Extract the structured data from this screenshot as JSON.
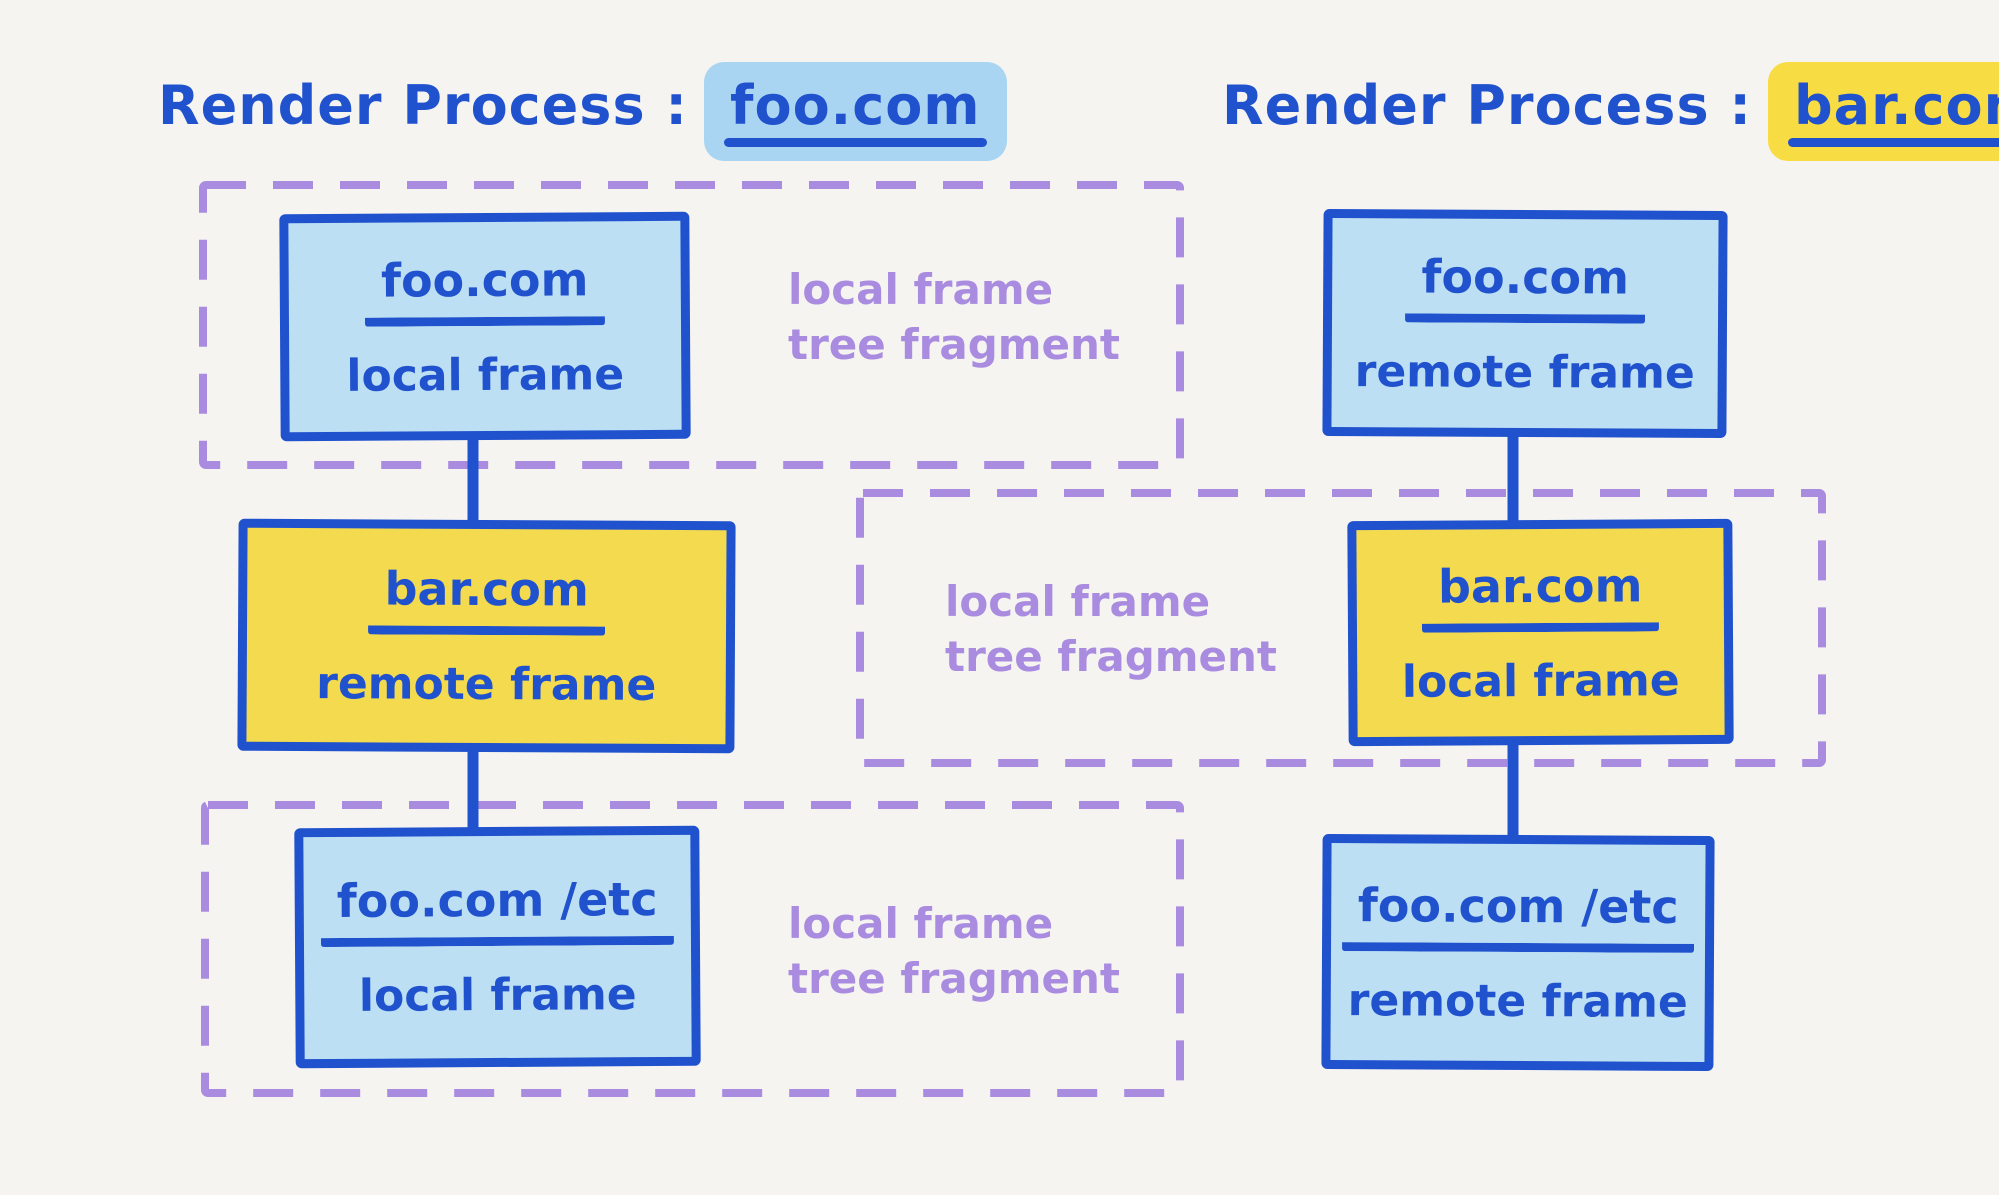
{
  "left_process": {
    "title_prefix": "Render Process :",
    "title_domain": "foo.com",
    "nodes": [
      {
        "domain": "foo.com",
        "frame_type": "local frame",
        "fill": "blue"
      },
      {
        "domain": "bar.com",
        "frame_type": "remote frame",
        "fill": "yellow"
      },
      {
        "domain": "foo.com /etc",
        "frame_type": "local frame",
        "fill": "blue"
      }
    ],
    "top_fragment_label": {
      "line1": "local frame",
      "line2": "tree fragment"
    },
    "bottom_fragment_label": {
      "line1": "local frame",
      "line2": "tree fragment"
    }
  },
  "right_process": {
    "title_prefix": "Render Process :",
    "title_domain": "bar.com",
    "nodes": [
      {
        "domain": "foo.com",
        "frame_type": "remote frame",
        "fill": "blue"
      },
      {
        "domain": "bar.com",
        "frame_type": "local frame",
        "fill": "yellow"
      },
      {
        "domain": "foo.com /etc",
        "frame_type": "remote frame",
        "fill": "blue"
      }
    ],
    "mid_fragment_label": {
      "line1": "local frame",
      "line2": "tree fragment"
    }
  },
  "colors": {
    "background": "#F5F4F1",
    "ink_blue": "#2152CE",
    "light_blue_fill": "#BCDFF3",
    "blue_highlight": "#A9D5F2",
    "yellow_fill": "#F3DA4E",
    "yellow_highlight": "#F8DC43",
    "purple": "#A98CDF"
  }
}
